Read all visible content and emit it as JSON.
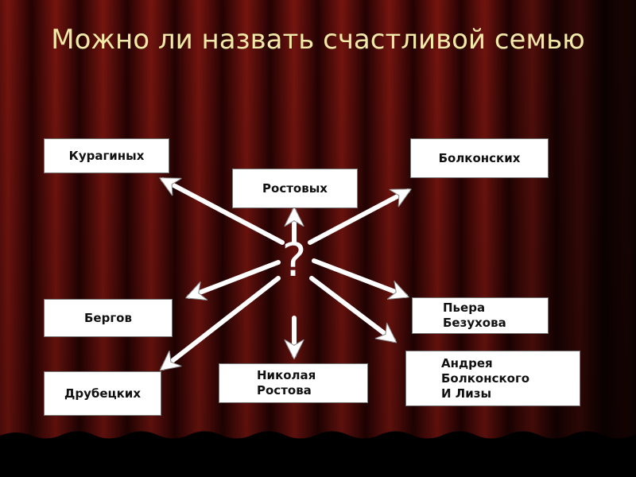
{
  "title": "Можно ли назвать счастливой семью",
  "center_symbol": "?",
  "nodes": {
    "kuragin": "Курагиных",
    "rostov": "Ростовых",
    "bolkonsky": "Болконских",
    "berg": "Бергов",
    "pierre": "Пьера\nБезухова",
    "drubetskoy": "Друбецких",
    "nikolay": "Николая\nРостова",
    "andrey": "Андрея\nБолконского\nИ Лизы"
  },
  "colors": {
    "title": "#f1e9a8",
    "curtain_dark": "#3a0606",
    "curtain_light": "#8c1a14",
    "arrows": "#ffffff"
  }
}
